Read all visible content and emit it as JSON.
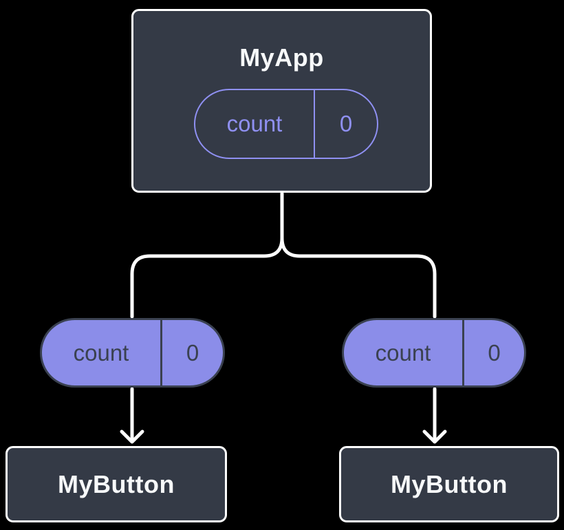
{
  "diagram": {
    "description": "React component tree showing state lifted to parent",
    "colors": {
      "background": "#000000",
      "node_fill": "#343A46",
      "node_border": "#FFFFFF",
      "pill_fill": "#8B8DE9",
      "pill_dark": "#3A4150",
      "pill_outline_purple": "#8F90F2",
      "connector": "#FFFFFF",
      "title_text": "#F7F9FA"
    },
    "root": {
      "title": "MyApp",
      "state": {
        "name": "count",
        "value": "0"
      }
    },
    "children": [
      {
        "title": "MyButton",
        "state": {
          "name": "count",
          "value": "0"
        }
      },
      {
        "title": "MyButton",
        "state": {
          "name": "count",
          "value": "0"
        }
      }
    ]
  }
}
